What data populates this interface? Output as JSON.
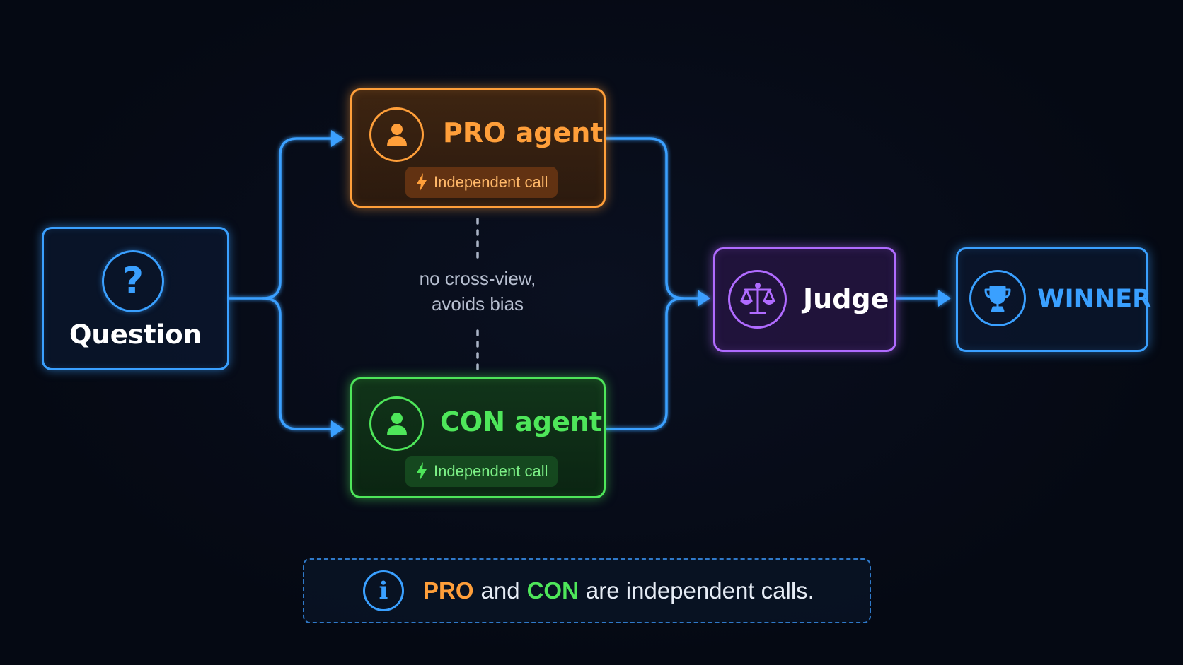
{
  "colors": {
    "background": "#050913",
    "wire": "#3aa0ff",
    "question": "#3aa0ff",
    "pro": "#ff9f3a",
    "con": "#4ee65a",
    "judge": "#b06bff",
    "winner": "#3aa0ff",
    "note_text": "#b7bfd0"
  },
  "nodes": {
    "question": {
      "label": "Question",
      "icon": "question-mark-icon"
    },
    "pro": {
      "label": "PRO agent",
      "icon": "user-icon",
      "badge": "Independent call",
      "badge_icon": "lightning-icon"
    },
    "con": {
      "label": "CON agent",
      "icon": "user-icon",
      "badge": "Independent call",
      "badge_icon": "lightning-icon"
    },
    "judge": {
      "label": "Judge",
      "icon": "scales-icon"
    },
    "winner": {
      "label": "WINNER",
      "icon": "trophy-icon"
    }
  },
  "separator_note": {
    "line1": "no cross-view,",
    "line2": "avoids bias"
  },
  "footer": {
    "icon": "info-icon",
    "pro": "PRO",
    "and": "and",
    "con": "CON",
    "rest": "are independent calls."
  }
}
